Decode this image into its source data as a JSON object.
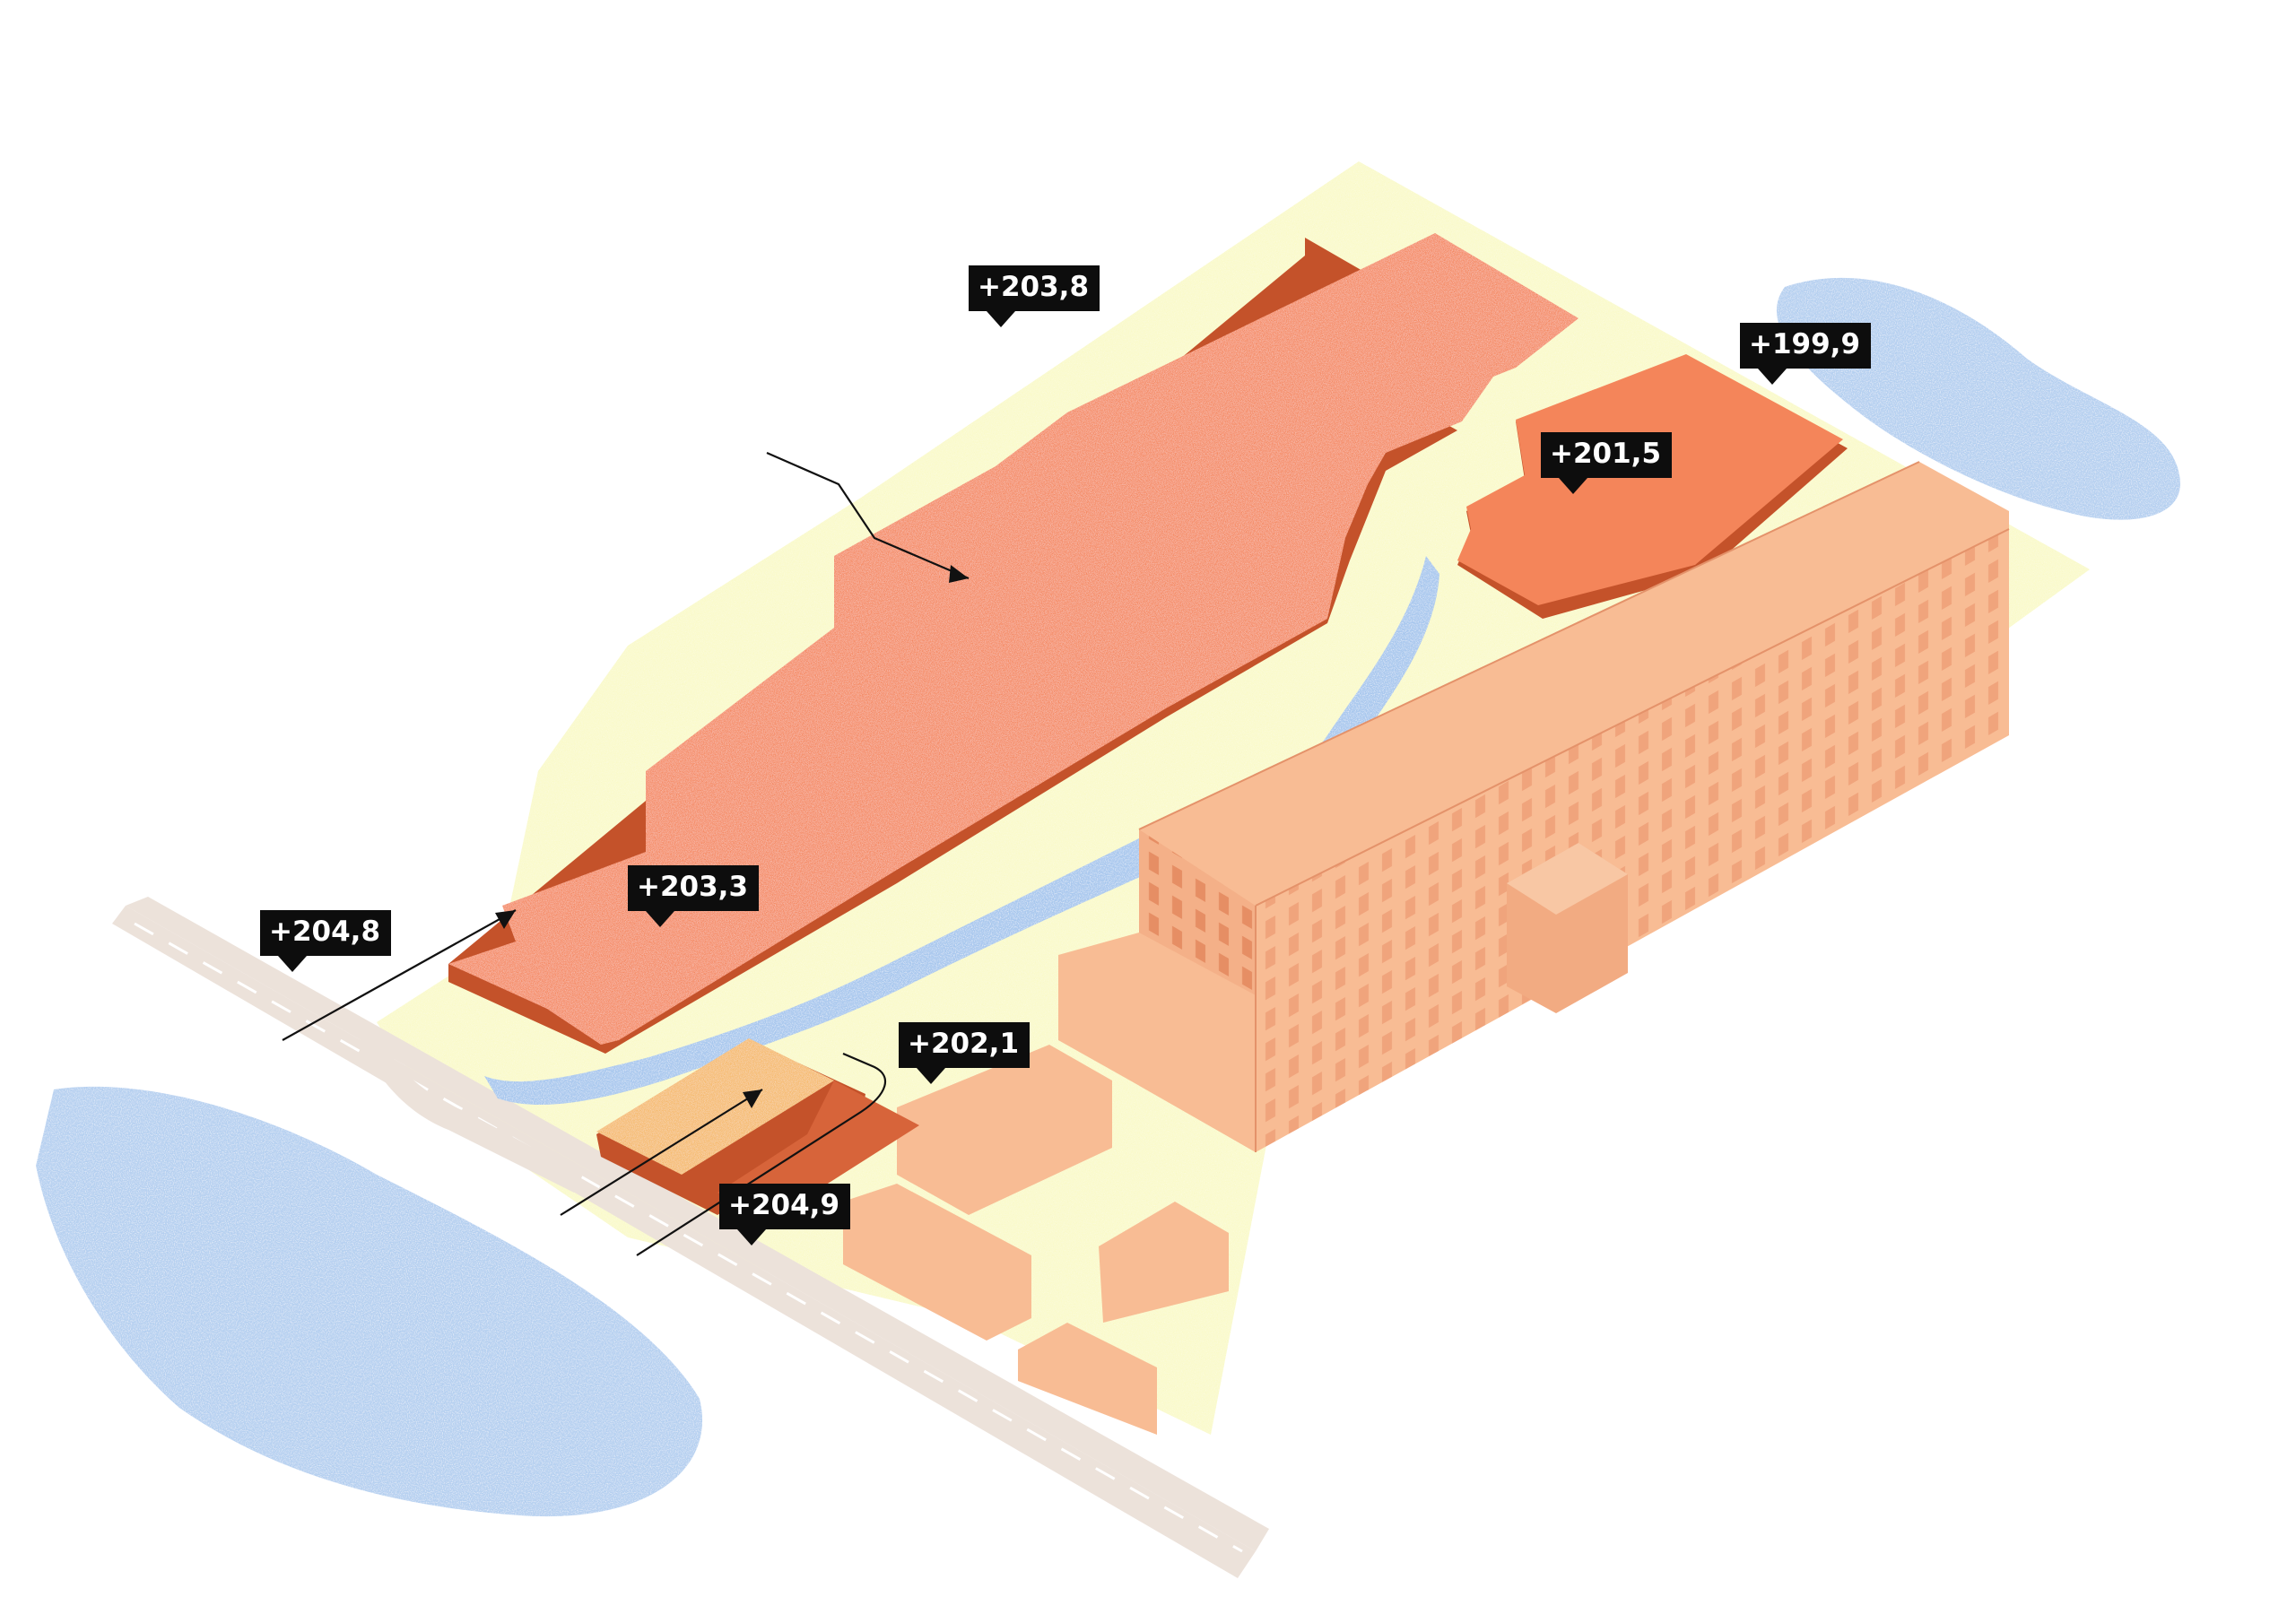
{
  "elevation_markers": [
    {
      "id": "north",
      "label": "+203,8"
    },
    {
      "id": "northeast",
      "label": "+199,9"
    },
    {
      "id": "east-hall",
      "label": "+201,5"
    },
    {
      "id": "center",
      "label": "+203,3"
    },
    {
      "id": "west",
      "label": "+204,8"
    },
    {
      "id": "court",
      "label": "+202,1"
    },
    {
      "id": "south",
      "label": "+204,9"
    }
  ],
  "colors": {
    "ground": "#f9f9c6",
    "main_roof": "#f4855a",
    "roof_dark": "#c4522a",
    "historic_building": "#f8bc94",
    "historic_lines": "#e4926a",
    "water": "#a9c8ee",
    "road": "#ece2da",
    "court": "#f5b865",
    "tag_bg": "#0d0d0d",
    "tag_text": "#ffffff"
  }
}
